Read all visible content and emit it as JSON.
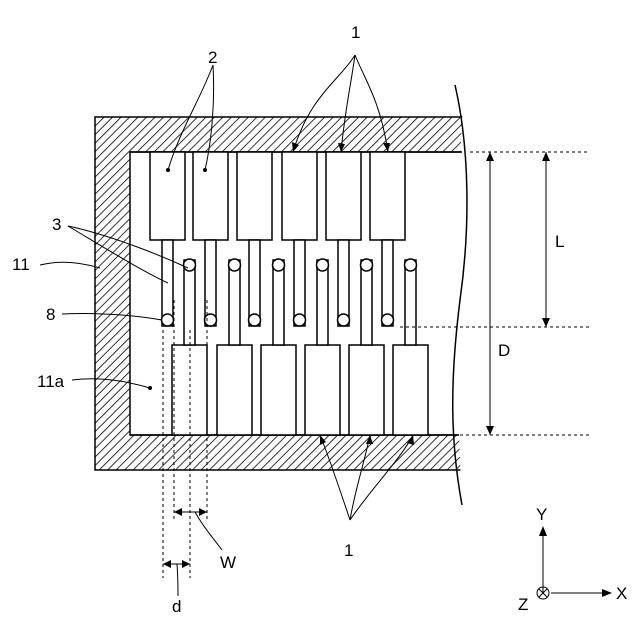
{
  "labels": {
    "ref_1_top": "1",
    "ref_2": "2",
    "ref_3": "3",
    "ref_11": "11",
    "ref_8": "8",
    "ref_11a": "11a",
    "ref_1_bottom": "1",
    "dim_L": "L",
    "dim_D": "D",
    "dim_W": "W",
    "dim_d": "d"
  },
  "axes": {
    "y": "Y",
    "x": "X",
    "z": "Z"
  }
}
